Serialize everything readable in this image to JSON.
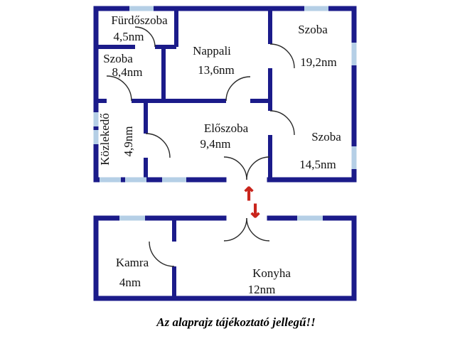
{
  "floor_plan": {
    "rooms": [
      {
        "name": "Fürdőszoba",
        "area": "4,5nm"
      },
      {
        "name": "Szoba",
        "area": "8,4nm"
      },
      {
        "name": "Nappali",
        "area": "13,6nm"
      },
      {
        "name": "Szoba",
        "area": "19,2nm"
      },
      {
        "name": "Közlekedő",
        "area": "4,9nm"
      },
      {
        "name": "Előszoba",
        "area": "9,4nm"
      },
      {
        "name": "Szoba",
        "area": "14,5nm"
      },
      {
        "name": "Kamra",
        "area": "4nm"
      },
      {
        "name": "Konyha",
        "area": "12nm"
      }
    ],
    "icons": {
      "entrance_up_arrow": "↑",
      "entrance_down_arrow": "↓"
    },
    "caption": "Az alaprajz tájékoztató jellegű!!",
    "colors": {
      "wall": "#1b1b8a",
      "window": "#b5cfe6",
      "arrow": "#c9251c",
      "background": "#ffffff"
    }
  }
}
